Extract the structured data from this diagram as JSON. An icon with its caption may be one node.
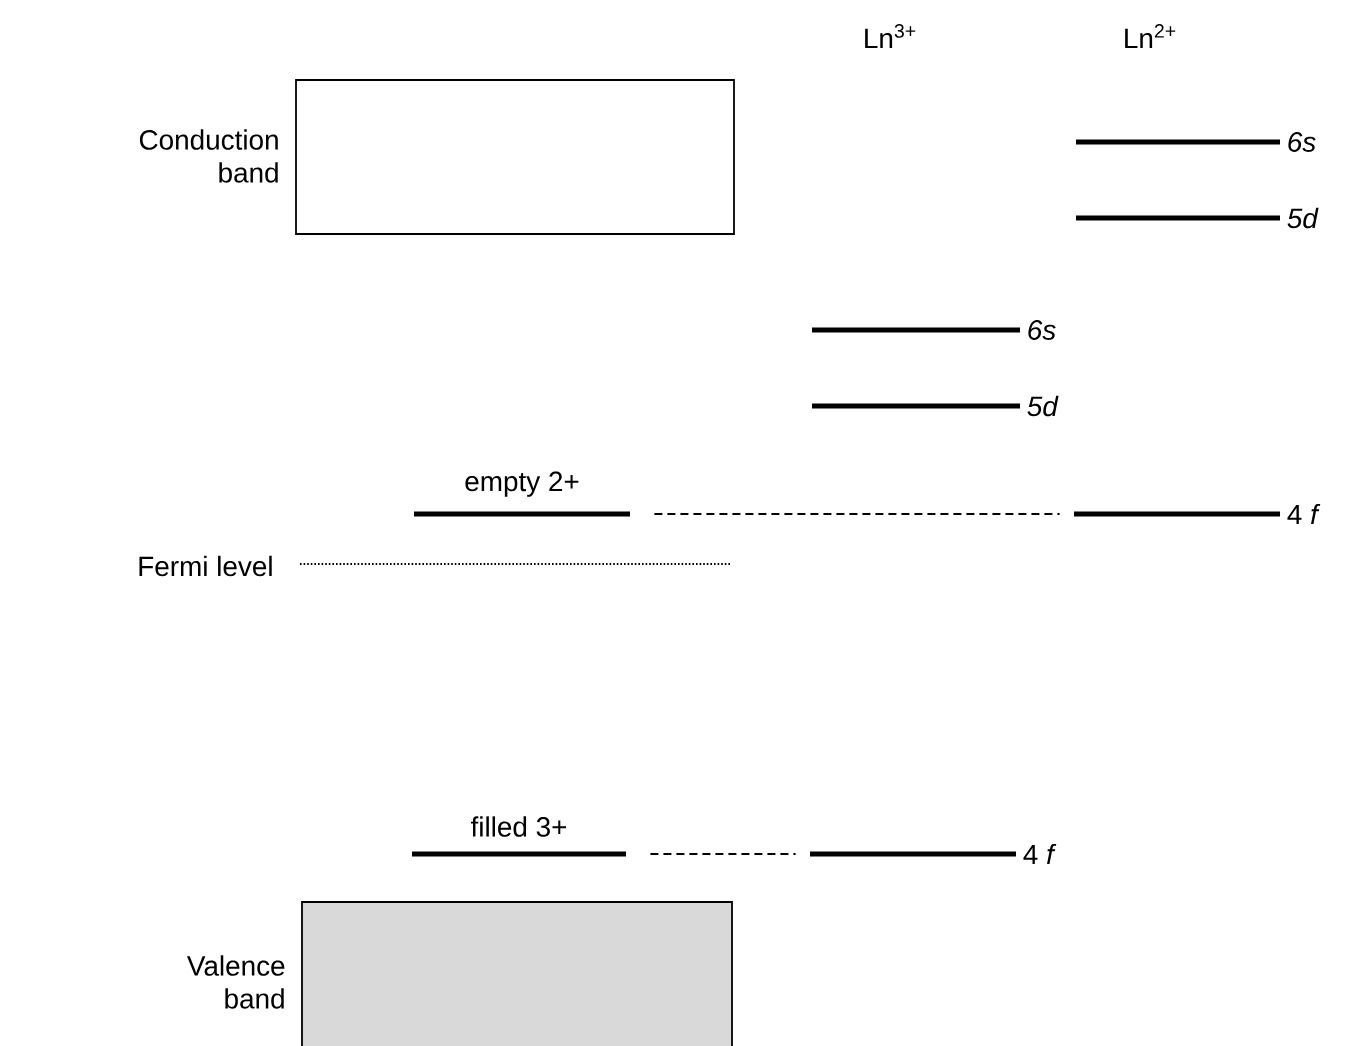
{
  "diagram": {
    "nodes": [
      {
        "text": [
          "Conduction band"
        ]
      },
      {
        "text": [
          "6s"
        ]
      },
      {
        "text": [
          "5d"
        ]
      },
      {
        "text": [
          "6s"
        ]
      },
      {
        "text": [
          "5d"
        ]
      },
      {
        "text": [
          "empty 2+"
        ]
      },
      {
        "text": [
          "4 *f*"
        ]
      },
      {
        "text": [
          "Fermi level"
        ]
      },
      {
        "text": [
          "filled 3+"
        ]
      },
      {
        "text": [
          "4 *f*"
        ]
      },
      {
        "text": [
          "Valence band"
        ]
      }
    ],
    "edges": [
      {
        "from": 5,
        "to": 6,
        "arrow": "none",
        "style": "dashed"
      },
      {
        "from": 8,
        "to": 9,
        "arrow": "none",
        "style": "dashed"
      }
    ],
    "labels": [
      "Ln$^{3+}$",
      "Ln$^{2+}$"
    ]
  }
}
